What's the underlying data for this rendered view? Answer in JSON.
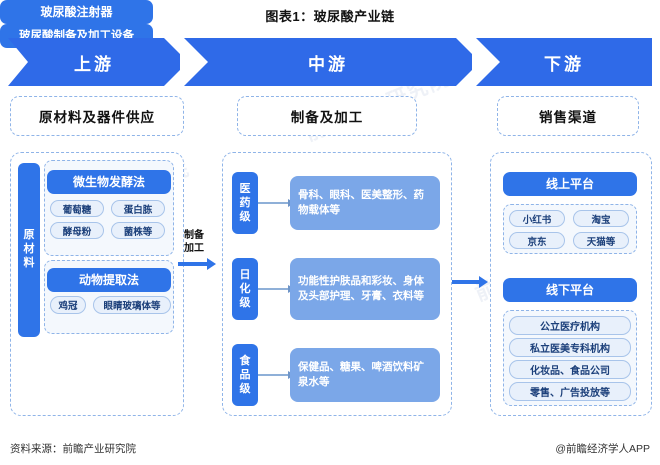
{
  "title": "图表1：玻尿酸产业链",
  "banner": {
    "stages": [
      {
        "label": "上游"
      },
      {
        "label": "中游"
      },
      {
        "label": "下游"
      }
    ]
  },
  "columns": {
    "upstream": {
      "header": "原材料及器件供应",
      "raw_material_label": "原材料",
      "groups": [
        {
          "title": "微生物发酵法",
          "chips": [
            "葡萄糖",
            "蛋白胨",
            "酵母粉",
            "菌株等"
          ]
        },
        {
          "title": "动物提取法",
          "chips": [
            "鸡冠",
            "眼睛玻璃体等"
          ]
        }
      ],
      "equipment": [
        "玻尿酸注射器",
        "玻尿酸制备及加工设备"
      ]
    },
    "midstream": {
      "header": "制备及加工",
      "rows": [
        {
          "grade": "医药级",
          "content": "骨科、眼科、医美整形、药物载体等"
        },
        {
          "grade": "日化级",
          "content": "功能性护肤品和彩妆、身体及头部护理、牙膏、衣料等"
        },
        {
          "grade": "食品级",
          "content": "保健品、糖果、啤酒饮料矿泉水等"
        }
      ]
    },
    "downstream": {
      "header": "销售渠道",
      "channels": [
        {
          "title": "线上平台",
          "items": [
            "小红书",
            "淘宝",
            "京东",
            "天猫等"
          ]
        },
        {
          "title": "线下平台",
          "items": [
            "公立医疗机构",
            "私立医美专科机构",
            "化妆品、食品公司",
            "零售、广告投放等"
          ]
        }
      ]
    }
  },
  "connectors": {
    "upstream_to_midstream_label": "制备\n加工"
  },
  "footer": {
    "source": "资料来源：前瞻产业研究院",
    "brand": "@前瞻经济学人APP"
  },
  "watermark": "前瞻产业研究院",
  "colors": {
    "primary_blue": "#2f74e8",
    "banner_blue": "#2f6ae8",
    "light_blue": "#7ba7e8",
    "chip_bg": "#e8f0fb",
    "dash_border": "#8fb4e8"
  }
}
